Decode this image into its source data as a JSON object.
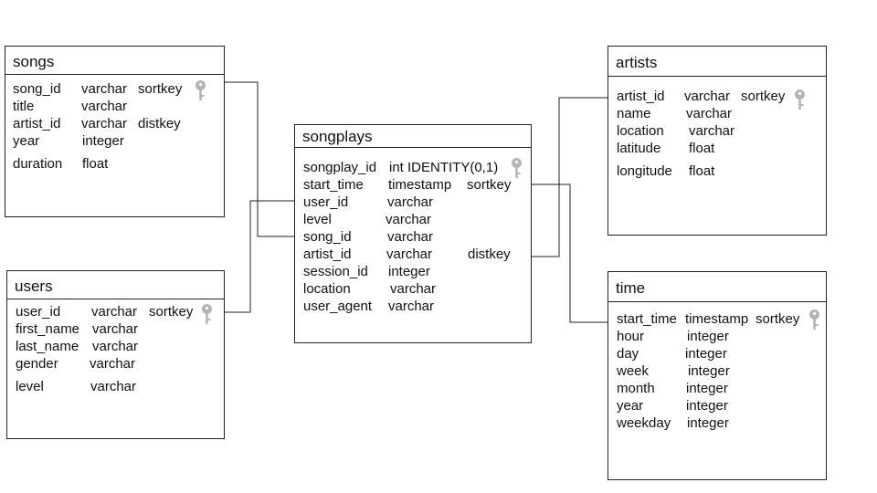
{
  "tables": {
    "songs": {
      "title": "songs",
      "columns": [
        {
          "name": "song_id",
          "type": "varchar",
          "attr": "sortkey",
          "key": true
        },
        {
          "name": "title",
          "type": "varchar",
          "attr": ""
        },
        {
          "name": "artist_id",
          "type": "varchar",
          "attr": "distkey"
        },
        {
          "name": "year",
          "type": "integer",
          "attr": ""
        },
        {
          "name": "duration",
          "type": "float",
          "attr": ""
        }
      ]
    },
    "users": {
      "title": "users",
      "columns": [
        {
          "name": "user_id",
          "type": "varchar",
          "attr": "sortkey",
          "key": true
        },
        {
          "name": "first_name",
          "type": "varchar",
          "attr": ""
        },
        {
          "name": "last_name",
          "type": "varchar",
          "attr": ""
        },
        {
          "name": "gender",
          "type": "varchar",
          "attr": ""
        },
        {
          "name": "level",
          "type": "varchar",
          "attr": ""
        }
      ]
    },
    "songplays": {
      "title": "songplays",
      "columns": [
        {
          "name": "songplay_id",
          "type": "int IDENTITY(0,1)",
          "attr": "",
          "key": true
        },
        {
          "name": "start_time",
          "type": "timestamp",
          "attr": "sortkey"
        },
        {
          "name": "user_id",
          "type": "varchar",
          "attr": ""
        },
        {
          "name": "level",
          "type": "varchar",
          "attr": ""
        },
        {
          "name": "song_id",
          "type": "varchar",
          "attr": ""
        },
        {
          "name": "artist_id",
          "type": "varchar",
          "attr": "distkey"
        },
        {
          "name": "session_id",
          "type": "integer",
          "attr": ""
        },
        {
          "name": "location",
          "type": "varchar",
          "attr": ""
        },
        {
          "name": "user_agent",
          "type": "varchar",
          "attr": ""
        }
      ]
    },
    "artists": {
      "title": "artists",
      "columns": [
        {
          "name": "artist_id",
          "type": "varchar",
          "attr": "sortkey",
          "key": true
        },
        {
          "name": "name",
          "type": "varchar",
          "attr": ""
        },
        {
          "name": "location",
          "type": "varchar",
          "attr": ""
        },
        {
          "name": "latitude",
          "type": "float",
          "attr": ""
        },
        {
          "name": "longitude",
          "type": "float",
          "attr": ""
        }
      ]
    },
    "time": {
      "title": "time",
      "columns": [
        {
          "name": "start_time",
          "type": "timestamp",
          "attr": "sortkey",
          "key": true
        },
        {
          "name": "hour",
          "type": "integer",
          "attr": ""
        },
        {
          "name": "day",
          "type": "integer",
          "attr": ""
        },
        {
          "name": "week",
          "type": "integer",
          "attr": ""
        },
        {
          "name": "month",
          "type": "integer",
          "attr": ""
        },
        {
          "name": "year",
          "type": "integer",
          "attr": ""
        },
        {
          "name": "weekday",
          "type": "integer",
          "attr": ""
        }
      ]
    }
  },
  "key_icon": "key-icon",
  "colors": {
    "line": "#222222",
    "key": "#b5b5b5"
  }
}
